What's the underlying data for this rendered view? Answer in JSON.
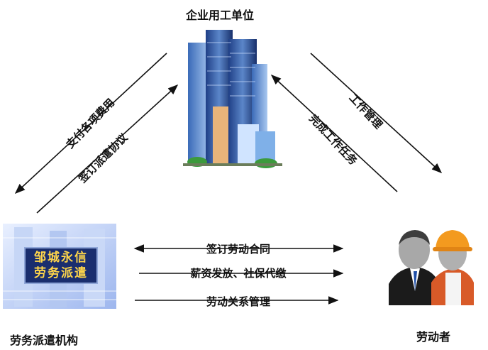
{
  "nodes": {
    "employer": {
      "label": "企业用工单位",
      "icon": "office-tower-icon"
    },
    "agency": {
      "label": "劳务派遣机构",
      "icon": "agency-building-icon",
      "sign_lines": [
        "邹城永信",
        "劳务派遣"
      ]
    },
    "worker": {
      "label": "劳动者",
      "icon": "workers-icon"
    }
  },
  "edges": {
    "employer_to_agency": "支付各项费用",
    "agency_to_employer": "签订派遣协议",
    "employer_to_worker": "工作管理",
    "worker_to_employer": "完成工作任务",
    "agency_worker_contract": "签订劳动合同",
    "agency_worker_pay": "薪资发放、社保代缴",
    "agency_worker_relation": "劳动关系管理"
  }
}
